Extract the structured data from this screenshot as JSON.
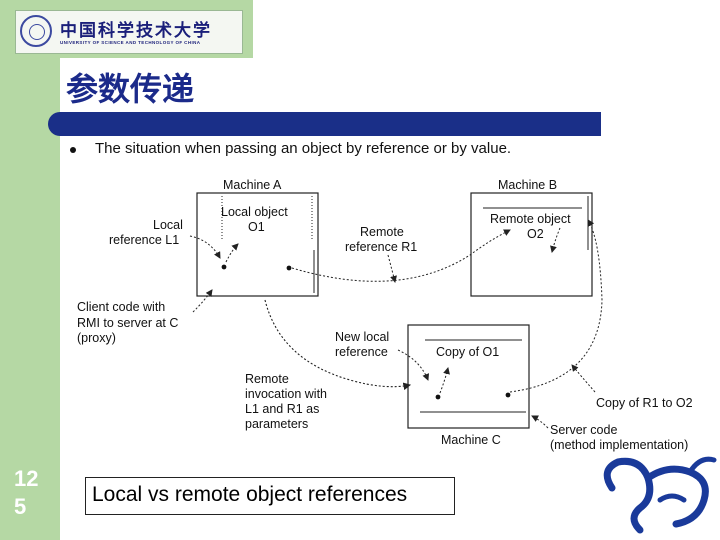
{
  "logo": {
    "chinese_name": "中国科学技术大学",
    "english_name": "UNIVERSITY OF SCIENCE AND TECHNOLOGY OF CHINA"
  },
  "title": "参数传递",
  "bullet": "The situation when passing an object by reference or by value.",
  "page_number": [
    "12",
    "5"
  ],
  "caption": "Local vs remote object references",
  "diagram": {
    "machine_a": "Machine A",
    "machine_b": "Machine B",
    "machine_c": "Machine C",
    "local_object": [
      "Local object",
      "O1"
    ],
    "local_reference": [
      "Local",
      "reference L1"
    ],
    "remote_reference": [
      "Remote",
      "reference R1"
    ],
    "remote_object": [
      "Remote object",
      "O2"
    ],
    "client_code": [
      "Client code with",
      "RMI to server at C",
      "(proxy)"
    ],
    "new_local_reference": [
      "New local",
      "reference"
    ],
    "copy_of_o1": "Copy of O1",
    "remote_invocation": [
      "Remote",
      "invocation with",
      "L1 and R1 as",
      "parameters"
    ],
    "copy_of_r1": "Copy of R1 to O2",
    "server_code": [
      "Server code",
      "(method implementation)"
    ]
  },
  "colors": {
    "sidebar": "#b5d8a4",
    "title": "#1b2a8a",
    "title_bar": "#1a2f88"
  }
}
